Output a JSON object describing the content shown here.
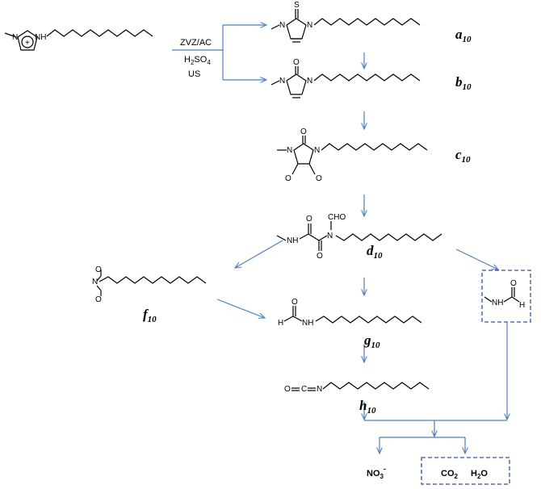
{
  "conditions": {
    "catalyst": "ZVZ/AC",
    "acid": "H",
    "acid_sub1": "2",
    "acid_mid": "SO",
    "acid_sub2": "4",
    "method": "US"
  },
  "labels": {
    "a": {
      "letter": "a",
      "sub": "10"
    },
    "b": {
      "letter": "b",
      "sub": "10"
    },
    "c": {
      "letter": "c",
      "sub": "10"
    },
    "d": {
      "letter": "d",
      "sub": "10"
    },
    "f": {
      "letter": "f",
      "sub": "10"
    },
    "g": {
      "letter": "g",
      "sub": "10"
    },
    "h": {
      "letter": "h",
      "sub": "10"
    }
  },
  "atoms": {
    "N": "N",
    "NH": "NH",
    "S": "S",
    "O": "O",
    "H": "H",
    "CHO": "CHO",
    "C": "C",
    "plus": "+"
  },
  "products": {
    "nitrate": "NO",
    "nitrate_sub": "3",
    "nitrate_sup": "-",
    "co2": "CO",
    "co2_sub": "2",
    "water": "H",
    "water_sub": "2",
    "water_tail": "O"
  }
}
